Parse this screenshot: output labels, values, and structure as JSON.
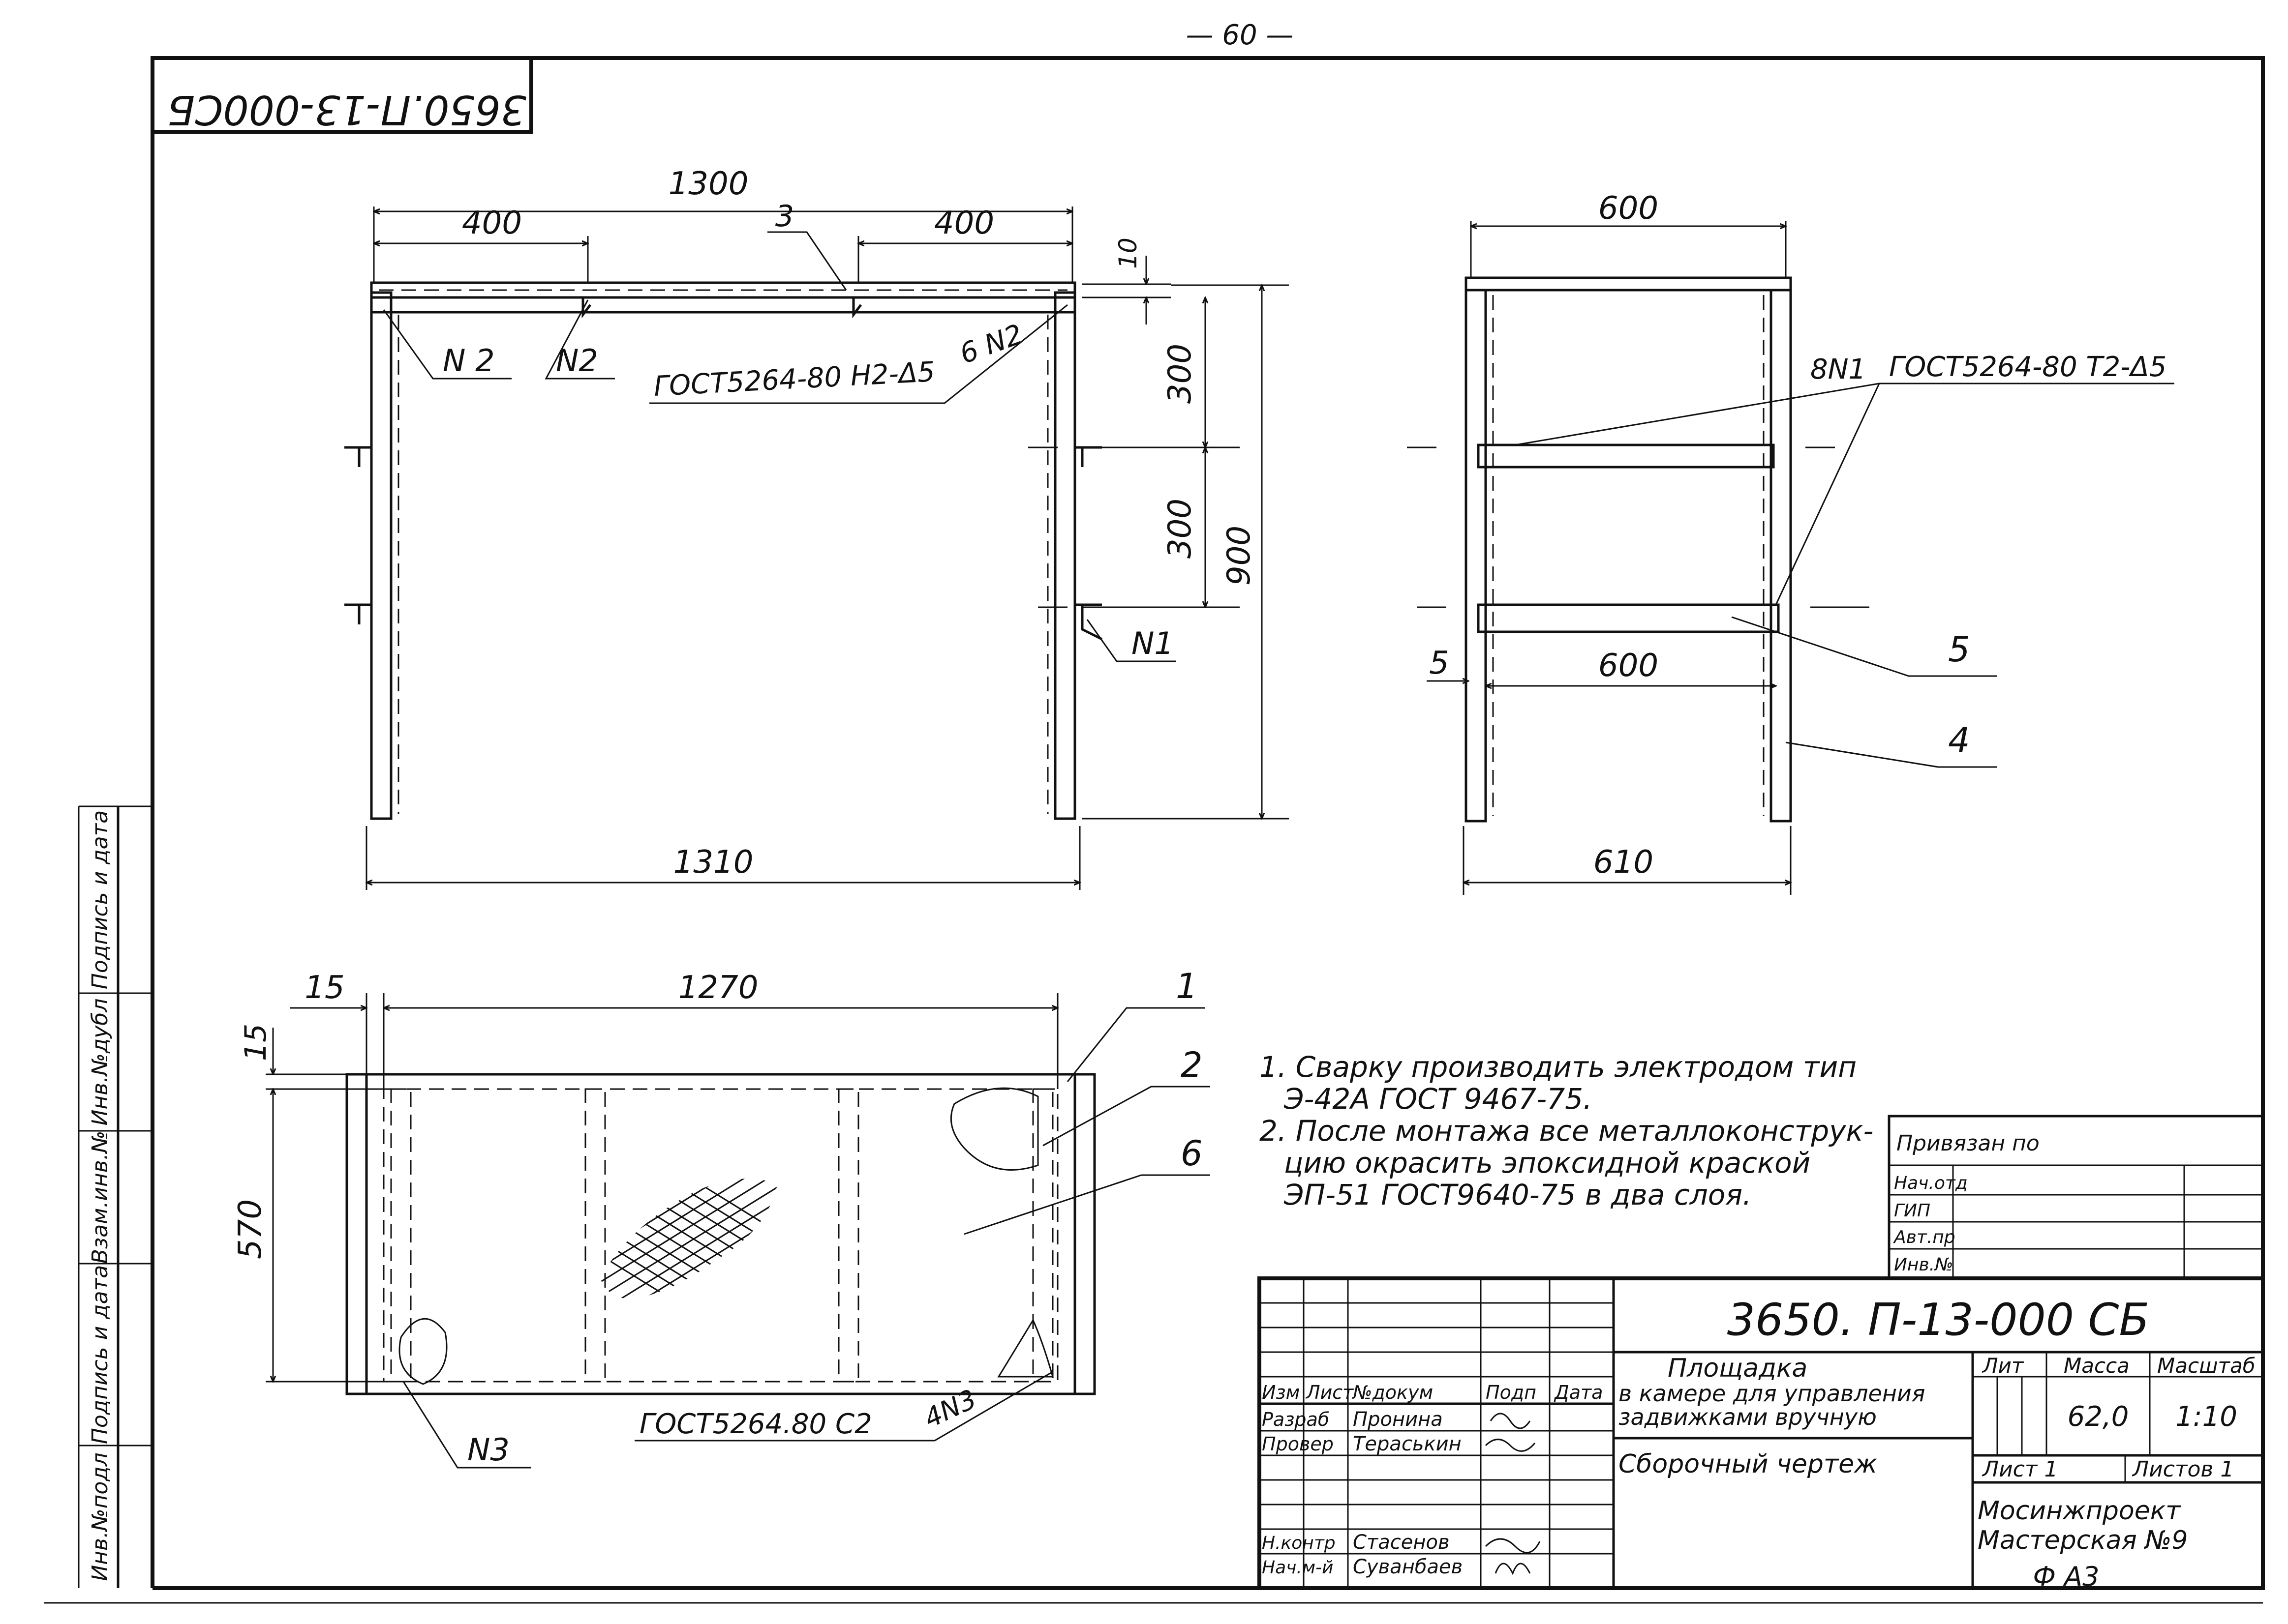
{
  "page_number": "— 60 —",
  "stamp_code_rotated": "3650.П-13-000СБ",
  "front_view": {
    "dim_1300": "1300",
    "dim_400_left": "400",
    "dim_400_right": "400",
    "callout_3": "3",
    "dim_10": "10",
    "dim_300_top": "300",
    "dim_300_bottom": "300",
    "dim_900": "900",
    "dim_1310": "1310",
    "weld_n2_a": "N 2",
    "weld_n2_b": "N2",
    "weld_6n2": "6 N2",
    "weld_gost": "ГОСТ5264-80 Н2-Δ5",
    "weld_n1": "N1"
  },
  "side_view": {
    "dim_600_top": "600",
    "weld_8n1": "8N1",
    "weld_gost": "ГОСТ5264-80  Т2-Δ5",
    "dim_5": "5",
    "dim_600_mid": "600",
    "dim_610": "610",
    "callout_5": "5",
    "callout_4": "4"
  },
  "plan_view": {
    "dim_15_left": "15",
    "dim_1270": "1270",
    "dim_15_vertical": "15",
    "dim_570": "570",
    "callout_1": "1",
    "callout_2": "2",
    "callout_6": "6",
    "weld_gost": "ГОСТ5264.80  С2",
    "weld_4n3": "4N3",
    "weld_n3": "N3"
  },
  "notes": [
    "1. Сварку производить электродом тип",
    "Э-42А  ГОСТ 9467-75.",
    "2. После монтажа все металлоконструк-",
    "цию окрасить эпоксидной краской",
    "ЭП-51 ГОСТ9640-75 в два слоя."
  ],
  "left_strip": [
    "Подпись и дата",
    "Инв.№дубл",
    "Взам.инв.№",
    "Подпись и дата",
    "Инв.№подл"
  ],
  "binding_box": {
    "title": "Привязан по",
    "rows": [
      "Нач.отд",
      "ГИП",
      "Авт.пр",
      "Инв.№"
    ]
  },
  "title_block": {
    "designation": "3650. П-13-000 СБ",
    "header": [
      "Изм",
      "Лист",
      "№докум",
      "Подп",
      "Дата"
    ],
    "role_rows": [
      {
        "role": "Разраб",
        "name": "Пронина"
      },
      {
        "role": "Провер",
        "name": "Тераськин"
      },
      {
        "role": "Н.контр",
        "name": "Стасенов"
      },
      {
        "role": "Нач.м-й",
        "name": "Суванбаев"
      }
    ],
    "title_main": "Площадка",
    "title_sub_1": "в камере для управления",
    "title_sub_2": "задвижками вручную",
    "doc_type": "Сборочный чертеж",
    "lit_label": "Лит",
    "mass_label": "Масса",
    "scale_label": "Масштаб",
    "mass_value": "62,0",
    "scale_value": "1:10",
    "sheet_label": "Лист 1",
    "sheets_label": "Листов 1",
    "org_1": "Мосинжпроект",
    "org_2": "Мастерская №9",
    "format": "Ф А3"
  }
}
